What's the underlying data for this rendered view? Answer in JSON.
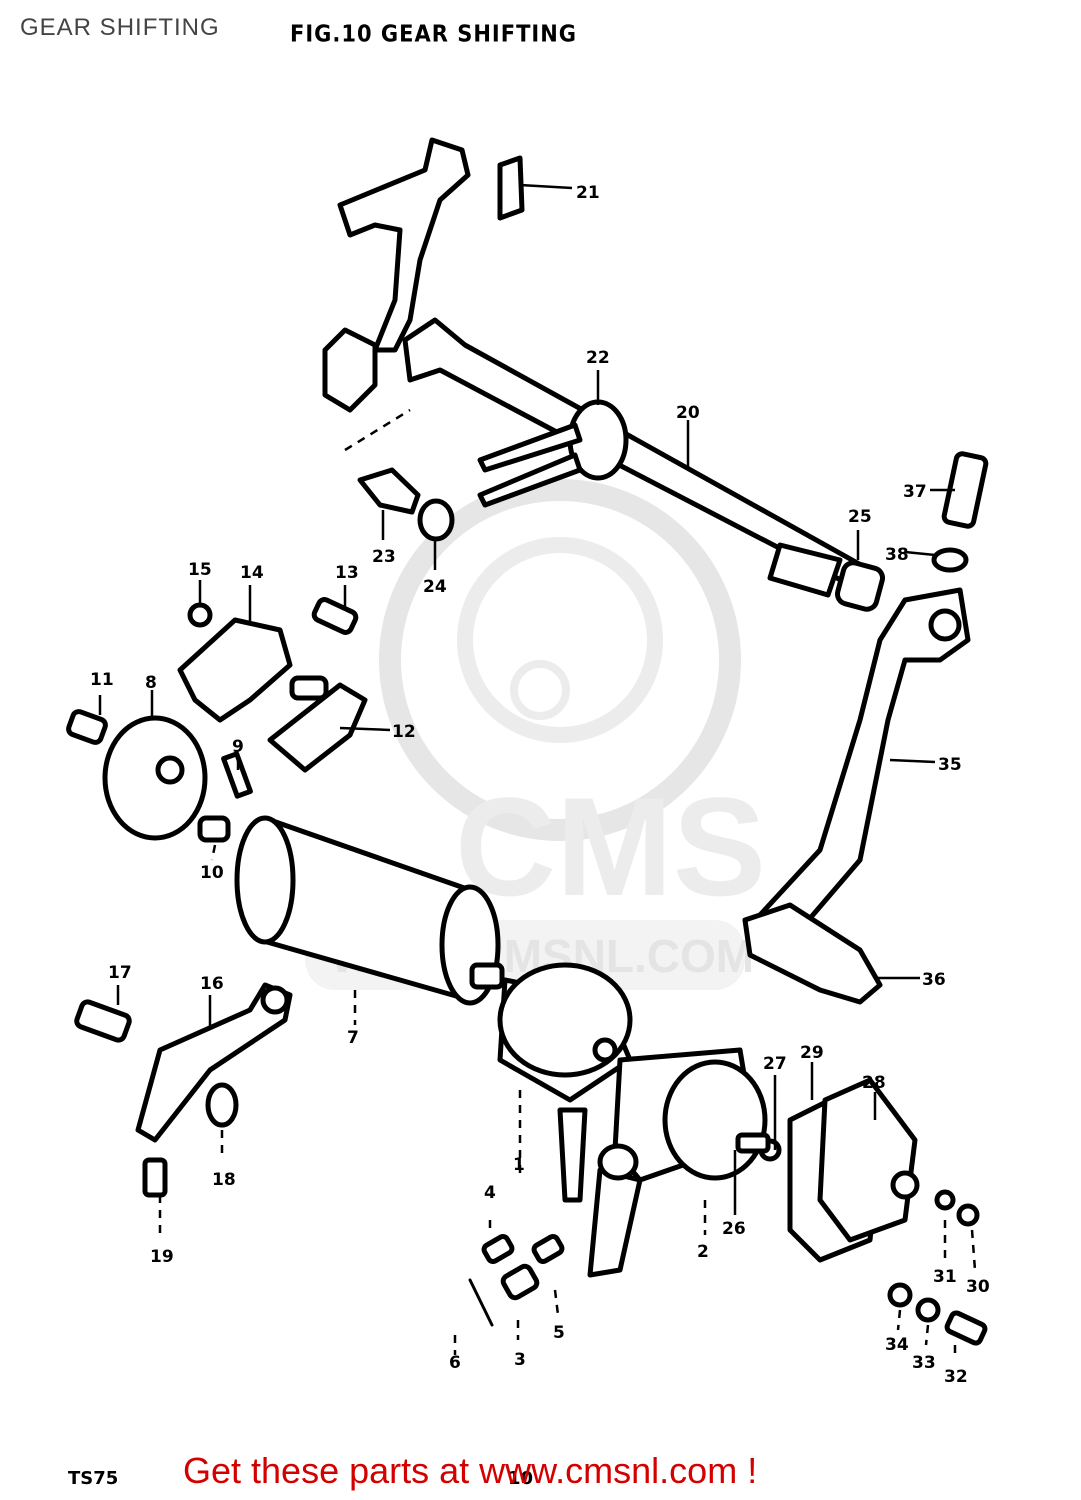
{
  "header": {
    "page_title": "GEAR SHIFTING",
    "figure_title": "FIG.10  GEAR SHIFTING"
  },
  "watermark": {
    "logo_text": "CMS",
    "url_text": "WWW.CMSNL.COM"
  },
  "parts": [
    {
      "number": "1"
    },
    {
      "number": "2"
    },
    {
      "number": "3"
    },
    {
      "number": "4"
    },
    {
      "number": "5"
    },
    {
      "number": "6"
    },
    {
      "number": "7"
    },
    {
      "number": "8"
    },
    {
      "number": "9"
    },
    {
      "number": "10"
    },
    {
      "number": "11"
    },
    {
      "number": "12"
    },
    {
      "number": "13"
    },
    {
      "number": "14"
    },
    {
      "number": "15"
    },
    {
      "number": "16"
    },
    {
      "number": "17"
    },
    {
      "number": "18"
    },
    {
      "number": "19"
    },
    {
      "number": "20"
    },
    {
      "number": "21"
    },
    {
      "number": "22"
    },
    {
      "number": "23"
    },
    {
      "number": "24"
    },
    {
      "number": "25"
    },
    {
      "number": "26"
    },
    {
      "number": "27"
    },
    {
      "number": "28"
    },
    {
      "number": "29"
    },
    {
      "number": "30"
    },
    {
      "number": "31"
    },
    {
      "number": "32"
    },
    {
      "number": "33"
    },
    {
      "number": "34"
    },
    {
      "number": "35"
    },
    {
      "number": "36"
    },
    {
      "number": "37"
    },
    {
      "number": "38"
    }
  ],
  "footer": {
    "model": "TS75",
    "page_number": "10",
    "call_to_action": "Get these parts at www.cmsnl.com !",
    "cta_color": "#d40000"
  }
}
